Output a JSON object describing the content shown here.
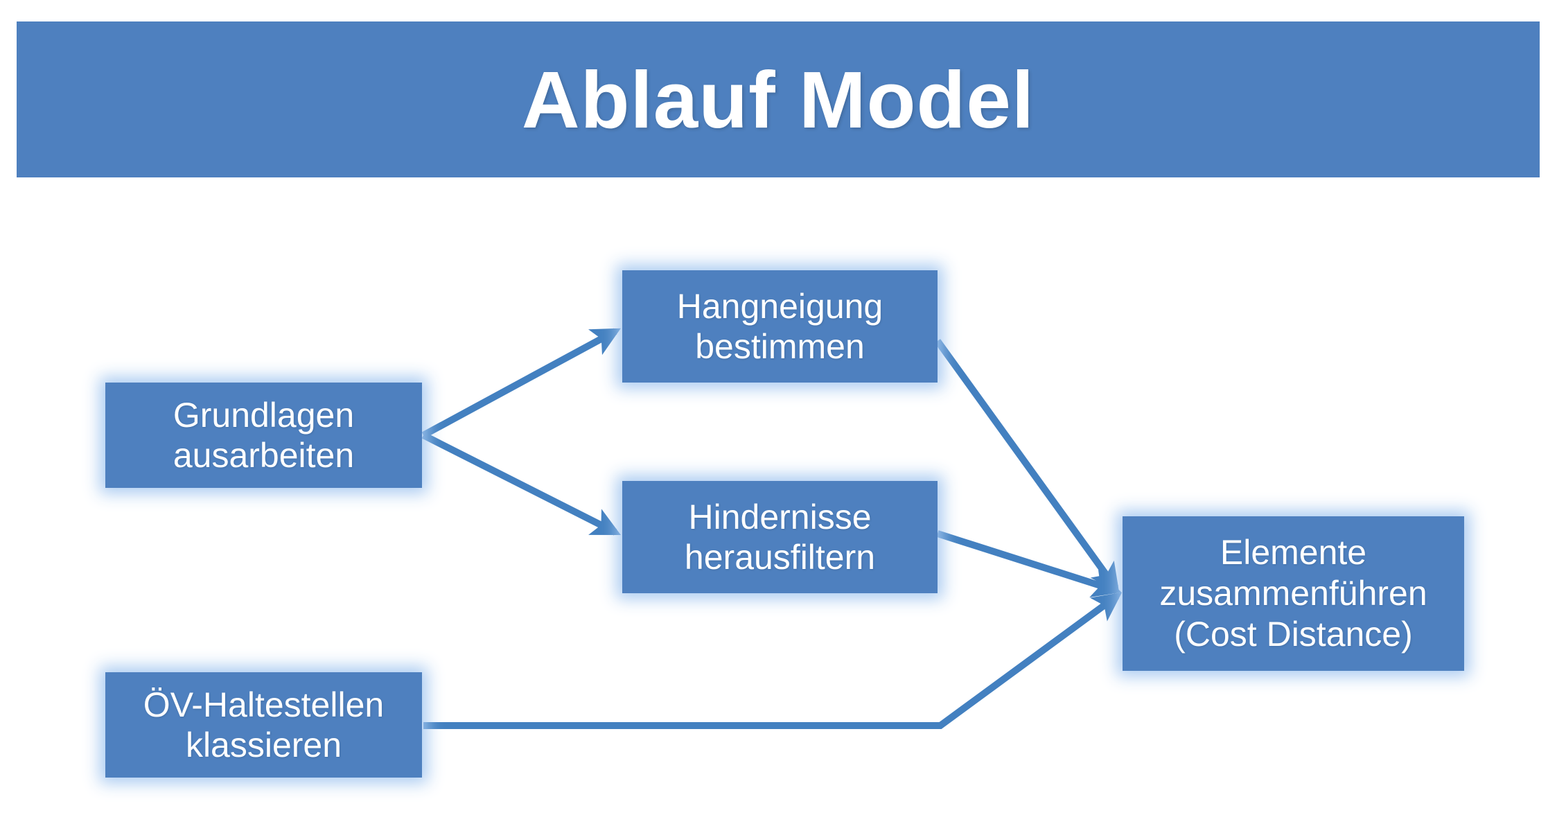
{
  "slide": {
    "title": "Ablauf Model",
    "background_color": "#FFFFFF"
  },
  "theme": {
    "box_fill": "#4E80BF",
    "box_text": "#FFFFFF",
    "connector": "#4380C0",
    "glow": "#A5C8F0",
    "title_bar": "#4E80BF"
  },
  "diagram": {
    "type": "flowchart",
    "nodes": [
      {
        "id": "grundlagen",
        "label": "Grundlagen\nausarbeiten"
      },
      {
        "id": "hangneigung",
        "label": "Hangneigung\nbestimmen"
      },
      {
        "id": "hindernisse",
        "label": "Hindernisse\nherausfiltern"
      },
      {
        "id": "oev",
        "label": "ÖV-Haltestellen\nklassieren"
      },
      {
        "id": "elemente",
        "label": "Elemente\nzusammenführen\n(Cost Distance)"
      }
    ],
    "edges": [
      {
        "from": "grundlagen",
        "to": "hangneigung",
        "arrow": true
      },
      {
        "from": "grundlagen",
        "to": "hindernisse",
        "arrow": true
      },
      {
        "from": "hangneigung",
        "to": "elemente",
        "arrow": true
      },
      {
        "from": "hindernisse",
        "to": "elemente",
        "arrow": true
      },
      {
        "from": "oev",
        "to": "elemente",
        "arrow": true
      }
    ]
  }
}
